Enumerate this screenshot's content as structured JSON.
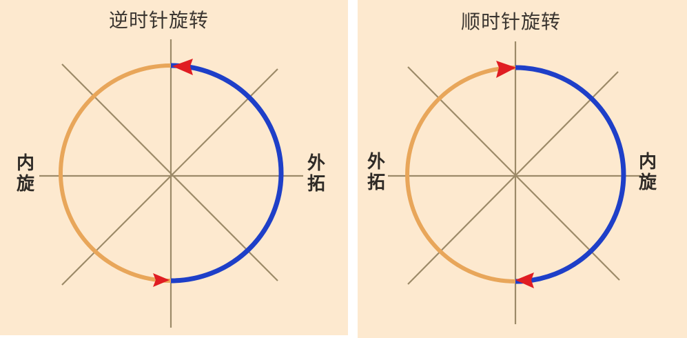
{
  "colors": {
    "background": "#fde9cf",
    "divider": "#ffffff",
    "axis_line": "#9c8a68",
    "supination_arc": "#e8a65a",
    "pronation_arc": "#1e3fc8",
    "arrow": "#e01d22",
    "text": "#3a3530"
  },
  "panels": [
    {
      "id": "counterclockwise",
      "title": "逆时针旋转",
      "left_label": [
        "内",
        "旋"
      ],
      "right_label": [
        "外",
        "拓"
      ],
      "arc_left_color_role": "orange",
      "arc_right_color_role": "blue",
      "arrow_positions": [
        "top-center pointing left",
        "bottom-center pointing left"
      ]
    },
    {
      "id": "clockwise",
      "title": "顺时针旋转",
      "left_label": [
        "外",
        "拓"
      ],
      "right_label": [
        "内",
        "旋"
      ],
      "arc_left_color_role": "orange",
      "arc_right_color_role": "blue",
      "arrow_positions": [
        "top-center pointing right",
        "bottom-center pointing left"
      ]
    }
  ]
}
